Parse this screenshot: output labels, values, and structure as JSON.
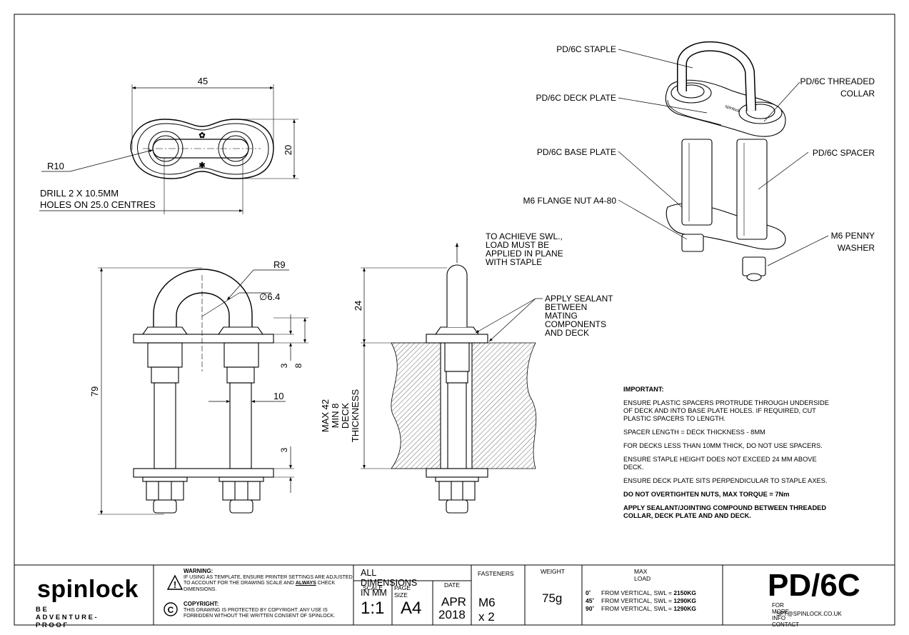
{
  "views": {
    "top": {
      "dim_length": "45",
      "dim_width": "20",
      "radius": "R10",
      "drill_note": [
        "DRILL 2 X 10.5MM",
        "HOLES ON 25.0 CENTRES"
      ]
    },
    "front": {
      "dim_height": "79",
      "radius": "R9",
      "diameter": "∅6.4",
      "dim_spacer": "10",
      "dim_3_top": "3",
      "dim_8": "8",
      "dim_3_bottom": "3"
    },
    "section": {
      "dim_24": "24",
      "deck_thickness": [
        "MAX 42",
        "MIN 8",
        "DECK",
        "THICKNESS"
      ],
      "swl_note": [
        "TO ACHIEVE SWL.,",
        "LOAD MUST BE",
        "APPLIED IN PLANE",
        "WITH STAPLE"
      ],
      "sealant_note": [
        "APPLY SEALANT",
        "BETWEEN",
        "MATING",
        "COMPONENTS",
        "AND DECK"
      ]
    },
    "iso": {
      "labels": {
        "staple": "PD/6C STAPLE",
        "deck_plate": "PD/6C DECK PLATE",
        "base_plate": "PD/6C BASE PLATE",
        "flange_nut": "M6 FLANGE NUT A4-80",
        "collar": [
          "PD/6C THREADED",
          "COLLAR"
        ],
        "spacer": "PD/6C SPACER",
        "washer": [
          "M6 PENNY",
          "WASHER"
        ]
      }
    }
  },
  "notes": {
    "heading": "IMPORTANT:",
    "items": [
      "ENSURE PLASTIC SPACERS PROTRUDE THROUGH UNDERSIDE OF DECK AND INTO BASE PLATE HOLES. IF REQUIRED, CUT PLASTIC SPACERS TO LENGTH.",
      "SPACER LENGTH = DECK THICKNESS - 8MM",
      "FOR DECKS LESS THAN 10MM THICK, DO NOT USE SPACERS.",
      "ENSURE STAPLE HEIGHT DOES NOT EXCEED 24 MM ABOVE DECK.",
      "ENSURE DECK PLATE SITS PERPENDICULAR TO STAPLE AXES."
    ],
    "bold_items": [
      "DO NOT OVERTIGHTEN NUTS, MAX TORQUE = 7Nm",
      "APPLY SEALANT/JOINTING COMPOUND BETWEEN THREADED COLLAR, DECK PLATE AND AND DECK."
    ]
  },
  "title_block": {
    "brand": "spinlock",
    "tagline": "BE ADVENTURE-PROOF",
    "warning_title": "WARNING:",
    "warning_text_a": "IF USING AS TEMPLATE, ENSURE PRINTER SETTINGS ARE ADJUSTED TO ACCOUNT FOR THE DRAWING SCALE AND ",
    "warning_text_em": "ALWAYS",
    "warning_text_b": " CHECK DIMENSIONS.",
    "copyright_title": "COPYRIGHT:",
    "copyright_text": "THIS DRAWING IS PROTECTED BY COPYRIGHT. ANY USE IS FORBIDDEN WITHOUT THE WRITTEN CONSENT OF SPINLOCK.",
    "units": "ALL DIMENSIONS IN MM",
    "scale_label": "SCALE",
    "scale": "1:1",
    "page_size_label": "PAGE SIZE",
    "page_size": "A4",
    "date_label": "DATE",
    "date_month": "APR",
    "date_year": "2018",
    "fasteners_label": "FASTENERS",
    "fasteners": "M6 x 2",
    "weight_label": "WEIGHT",
    "weight": "75g",
    "maxload_label": "MAX LOAD",
    "loads": [
      {
        "angle": "0˚",
        "text": "FROM VERTICAL, SWL =",
        "value": "2150KG"
      },
      {
        "angle": "45˚",
        "text": "FROM VERTICAL, SWL =",
        "value": "1290KG"
      },
      {
        "angle": "90˚",
        "text": "FROM VERTICAL, SWL =",
        "value": "1290KG"
      }
    ],
    "part_no": "PD/6C",
    "contact_line1": "FOR MORE INFO CONTACT",
    "contact_line2": "SPT@SPINLOCK.CO.UK"
  }
}
